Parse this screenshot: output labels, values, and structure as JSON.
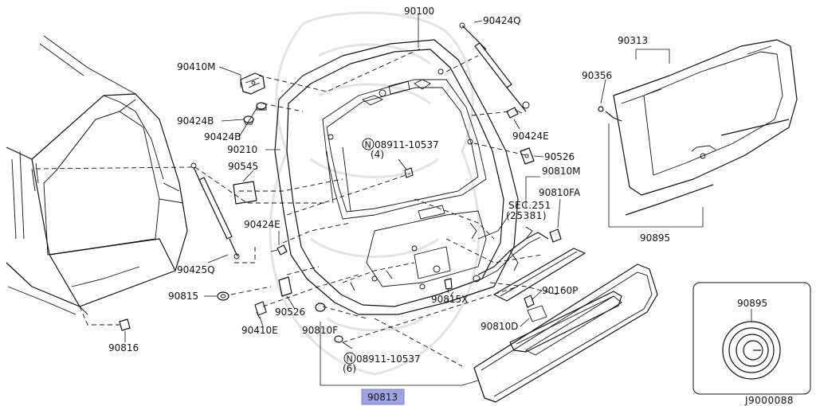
{
  "diagram": {
    "code": "J9000088",
    "highlight_part": "90813",
    "labels": {
      "p90100": "90100",
      "p90424Q": "90424Q",
      "p90313": "90313",
      "p90410M": "90410M",
      "p90424B_a": "90424B",
      "p90424B_b": "90424B",
      "p90356": "90356",
      "p90210": "90210",
      "n08911_top": "08911-10537",
      "n08911_top_qty": "(4)",
      "p90424E_r": "90424E",
      "p90545": "90545",
      "p90526_r": "90526",
      "p90810M": "90810M",
      "p90810FA": "90810FA",
      "sec251": "SEC.251",
      "sec251_sub": "(25381)",
      "p90424E_l": "90424E",
      "p90895_main": "90895",
      "p90425Q": "90425Q",
      "p90815": "90815",
      "p90526_l": "90526",
      "p90815X": "90815X",
      "p90160P": "90160P",
      "p90410E": "90410E",
      "p90810F": "90810F",
      "p90810D": "90810D",
      "p90816": "90816",
      "n08911_bot": "08911-10537",
      "n08911_bot_qty": "(6)",
      "p90813": "90813",
      "p90895_inset": "90895",
      "nut_symbol": "N"
    }
  }
}
